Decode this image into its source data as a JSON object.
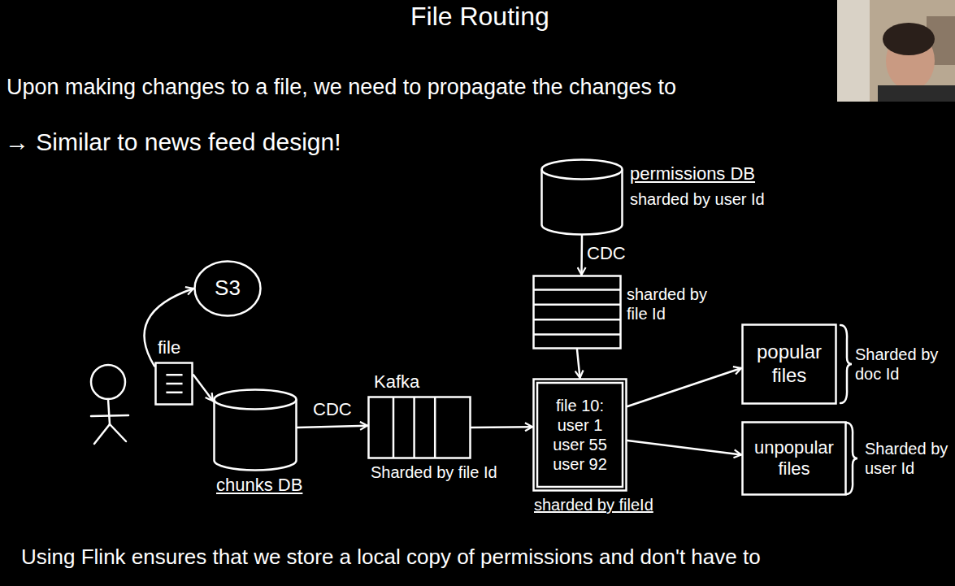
{
  "diagram": {
    "title": "File Routing",
    "nodes": [
      {
        "text": [
          "S3"
        ]
      },
      {
        "text": [
          "file"
        ]
      },
      {
        "text": [
          "chunks DB"
        ]
      },
      {
        "text": [
          "Kafka",
          "Sharded by file Id"
        ]
      },
      {
        "text": [
          "permissions DB",
          "sharded by user Id"
        ]
      },
      {
        "text": [
          "sharded by file Id"
        ]
      },
      {
        "text": [
          "file 10: user 1 user 55 user 92",
          "sharded by fileId"
        ]
      },
      {
        "text": [
          "popular files",
          "Sharded by doc Id"
        ]
      },
      {
        "text": [
          "unpopular files",
          "Sharded by user Id"
        ]
      }
    ],
    "edges": [
      {
        "from": 1,
        "to": 0,
        "arrow": "to"
      },
      {
        "from": 1,
        "to": 2,
        "arrow": "to"
      },
      {
        "from": 2,
        "to": 3,
        "label": "CDC",
        "arrow": "to"
      },
      {
        "from": 3,
        "to": 6,
        "arrow": "to"
      },
      {
        "from": 4,
        "to": 5,
        "label": "CDC",
        "arrow": "to"
      },
      {
        "from": 5,
        "to": 6,
        "arrow": "to"
      },
      {
        "from": 6,
        "to": 7,
        "arrow": "to"
      },
      {
        "from": 6,
        "to": 8,
        "arrow": "to"
      }
    ],
    "labels": [
      "Upon making changes to a file, we need to propagate the changes to",
      "→ Similar to news feed design!",
      "Using Flink ensures that we store a local copy of permissions and don't have to"
    ]
  }
}
